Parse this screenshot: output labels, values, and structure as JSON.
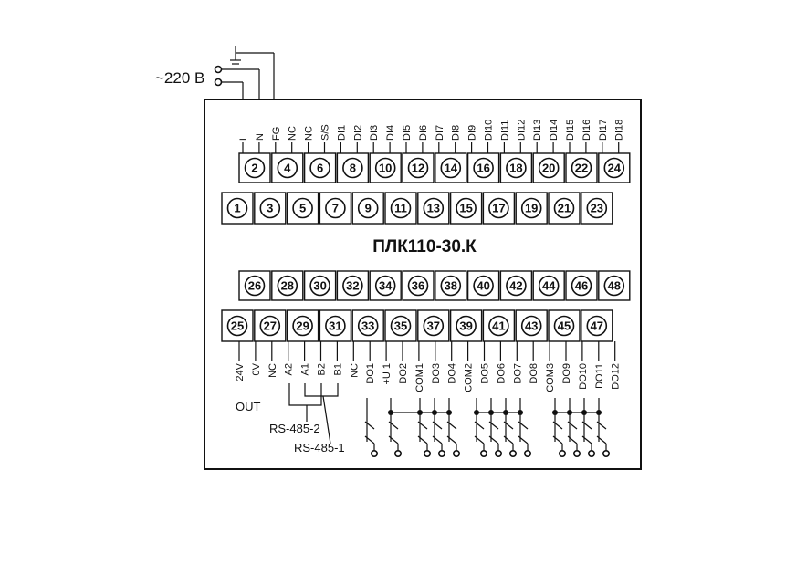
{
  "supply": {
    "voltage_label": "~220 В"
  },
  "device": {
    "title": "ПЛК110-30.К"
  },
  "top_row_upper": {
    "numbers": [
      "2",
      "4",
      "6",
      "8",
      "10",
      "12",
      "14",
      "16",
      "18",
      "20",
      "22",
      "24"
    ]
  },
  "top_row_lower": {
    "numbers": [
      "1",
      "3",
      "5",
      "7",
      "9",
      "11",
      "13",
      "15",
      "17",
      "19",
      "21",
      "23"
    ]
  },
  "top_labels": [
    "L",
    "N",
    "FG",
    "NC",
    "NC",
    "S/S",
    "DI1",
    "DI2",
    "DI3",
    "DI4",
    "DI5",
    "DI6",
    "DI7",
    "DI8",
    "DI9",
    "DI10",
    "DI11",
    "DI12",
    "DI13",
    "DI14",
    "DI15",
    "DI16",
    "DI17",
    "DI18"
  ],
  "bottom_row_upper": {
    "numbers": [
      "26",
      "28",
      "30",
      "32",
      "34",
      "36",
      "38",
      "40",
      "42",
      "44",
      "46",
      "48"
    ]
  },
  "bottom_row_lower": {
    "numbers": [
      "25",
      "27",
      "29",
      "31",
      "33",
      "35",
      "37",
      "39",
      "41",
      "43",
      "45",
      "47"
    ]
  },
  "bottom_labels": [
    "24V",
    "0V",
    "NC",
    "A2",
    "A1",
    "B2",
    "B1",
    "NC",
    "DO1",
    "+U 1",
    "DO2",
    "COM1",
    "DO3",
    "DO4",
    "COM2",
    "DO5",
    "DO6",
    "DO7",
    "DO8",
    "COM3",
    "DO9",
    "DO10",
    "DO11",
    "DO12"
  ],
  "annotations": {
    "out_label": "OUT",
    "rs485_2": "RS-485-2",
    "rs485_1": "RS-485-1"
  }
}
